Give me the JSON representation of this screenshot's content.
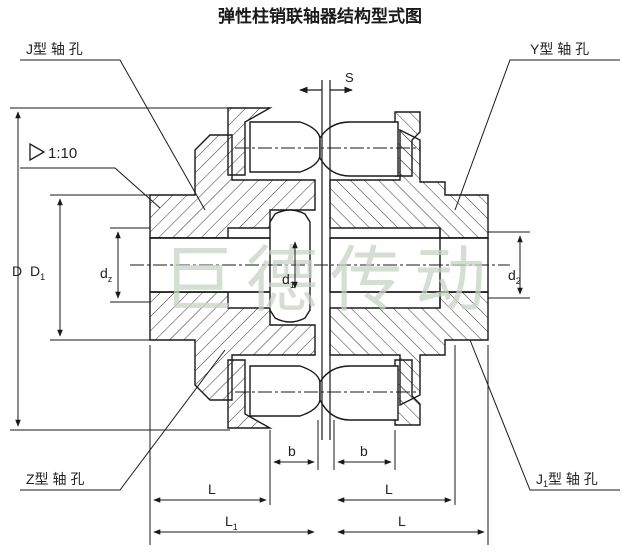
{
  "title": "弹性柱销联轴器结构型式图",
  "labels": {
    "j_bore": "J型 轴 孔",
    "y_bore": "Y型 轴 孔",
    "z_bore": "Z型 轴 孔",
    "j1_bore_prefix": "J",
    "j1_bore_sub": "1",
    "j1_bore_suffix": "型 轴 孔",
    "taper": "1:10",
    "gap": "S"
  },
  "dimensions": {
    "D": "D",
    "D1_main": "D",
    "D1_sub": "1",
    "d2_left_main": "d",
    "d2_left_sub": "z",
    "d1_main": "d",
    "d1_sub": "1",
    "d2_right_main": "d",
    "d2_right_sub": "2",
    "b_left": "b",
    "b_right": "b",
    "L_left": "L",
    "L_right": "L",
    "L1_main": "L",
    "L1_sub": "1",
    "L_bottom_right": "L"
  },
  "watermark": "巨德传动",
  "colors": {
    "line": "#1a1a1a",
    "hatch": "#333333",
    "watermark": "#c8d3c5"
  }
}
